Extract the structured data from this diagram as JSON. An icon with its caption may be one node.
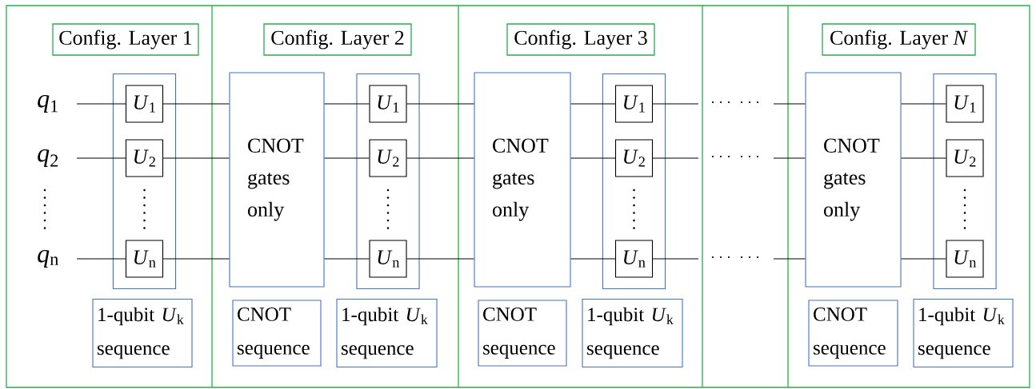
{
  "diagram": {
    "nodes": [
      {
        "text": [
          "Config. Layer 1"
        ]
      },
      {
        "text": [
          "*q*$_{1}$"
        ]
      },
      {
        "text": [
          "*q*$_{2}$"
        ]
      },
      {
        "text": [
          "*q*$_{n}$"
        ]
      },
      {
        "text": [],
        "shape": "box"
      },
      {
        "text": [
          "*U*$_{1}$"
        ],
        "in": 4
      },
      {
        "text": [
          "*U*$_{2}$"
        ],
        "in": 4
      },
      {
        "text": [
          "*U*$_{n}$"
        ],
        "in": 4
      },
      {
        "text": [
          "1-qubit *U*$_{k}$ sequence"
        ]
      },
      {
        "text": [
          "Config. Layer 2"
        ]
      },
      {
        "text": [
          "CNOT gates only"
        ]
      },
      {
        "text": [],
        "shape": "box"
      },
      {
        "text": [
          "*U*$_{1}$"
        ],
        "in": 11
      },
      {
        "text": [
          "*U*$_{2}$"
        ],
        "in": 11
      },
      {
        "text": [
          "*U*$_{n}$"
        ],
        "in": 11
      },
      {
        "text": [
          "CNOT sequence"
        ]
      },
      {
        "text": [
          "1-qubit *U*$_{k}$ sequence"
        ]
      },
      {
        "text": [
          "Config. Layer 3"
        ]
      },
      {
        "text": [
          "CNOT gates only"
        ]
      },
      {
        "text": [],
        "shape": "box"
      },
      {
        "text": [
          "*U*$_{1}$"
        ],
        "in": 19
      },
      {
        "text": [
          "*U*$_{2}$"
        ],
        "in": 19
      },
      {
        "text": [
          "*U*$_{n}$"
        ],
        "in": 19
      },
      {
        "text": [
          "CNOT sequence"
        ]
      },
      {
        "text": [
          "1-qubit *U*$_{k}$ sequence"
        ]
      },
      {
        "text": [
          "Config. Layer *N*"
        ]
      },
      {
        "text": [
          "CNOT gates only"
        ]
      },
      {
        "text": [],
        "shape": "box"
      },
      {
        "text": [
          "*U*$_{1}$"
        ],
        "in": 27
      },
      {
        "text": [
          "*U*$_{2}$"
        ],
        "in": 27
      },
      {
        "text": [
          "*U*$_{n}$"
        ],
        "in": 27
      },
      {
        "text": [
          "CNOT sequence"
        ]
      },
      {
        "text": [
          "1-qubit *U*$_{k}$ sequence"
        ]
      }
    ],
    "edges": [
      {
        "from": 1,
        "to": 5,
        "arrow": "none"
      },
      {
        "from": 2,
        "to": 6,
        "arrow": "none"
      },
      {
        "from": 3,
        "to": 7,
        "arrow": "none"
      },
      {
        "from": 5,
        "to": 10,
        "arrow": "none"
      },
      {
        "from": 6,
        "to": 10,
        "arrow": "none"
      },
      {
        "from": 7,
        "to": 10,
        "arrow": "none"
      },
      {
        "from": 10,
        "to": 12,
        "arrow": "none"
      },
      {
        "from": 10,
        "to": 13,
        "arrow": "none"
      },
      {
        "from": 10,
        "to": 14,
        "arrow": "none"
      },
      {
        "from": 12,
        "to": 18,
        "arrow": "none"
      },
      {
        "from": 13,
        "to": 18,
        "arrow": "none"
      },
      {
        "from": 14,
        "to": 18,
        "arrow": "none"
      },
      {
        "from": 18,
        "to": 20,
        "arrow": "none"
      },
      {
        "from": 18,
        "to": 21,
        "arrow": "none"
      },
      {
        "from": 18,
        "to": 22,
        "arrow": "none"
      },
      {
        "from": 20,
        "to": null,
        "arrow": "none"
      },
      {
        "from": 21,
        "to": null,
        "arrow": "none"
      },
      {
        "from": 22,
        "to": null,
        "arrow": "none"
      },
      {
        "from": null,
        "to": 26,
        "arrow": "none"
      },
      {
        "from": null,
        "to": 26,
        "arrow": "none"
      },
      {
        "from": null,
        "to": 26,
        "arrow": "none"
      },
      {
        "from": 26,
        "to": 28,
        "arrow": "none"
      },
      {
        "from": 26,
        "to": 29,
        "arrow": "none"
      },
      {
        "from": 26,
        "to": 30,
        "arrow": "none"
      }
    ]
  }
}
